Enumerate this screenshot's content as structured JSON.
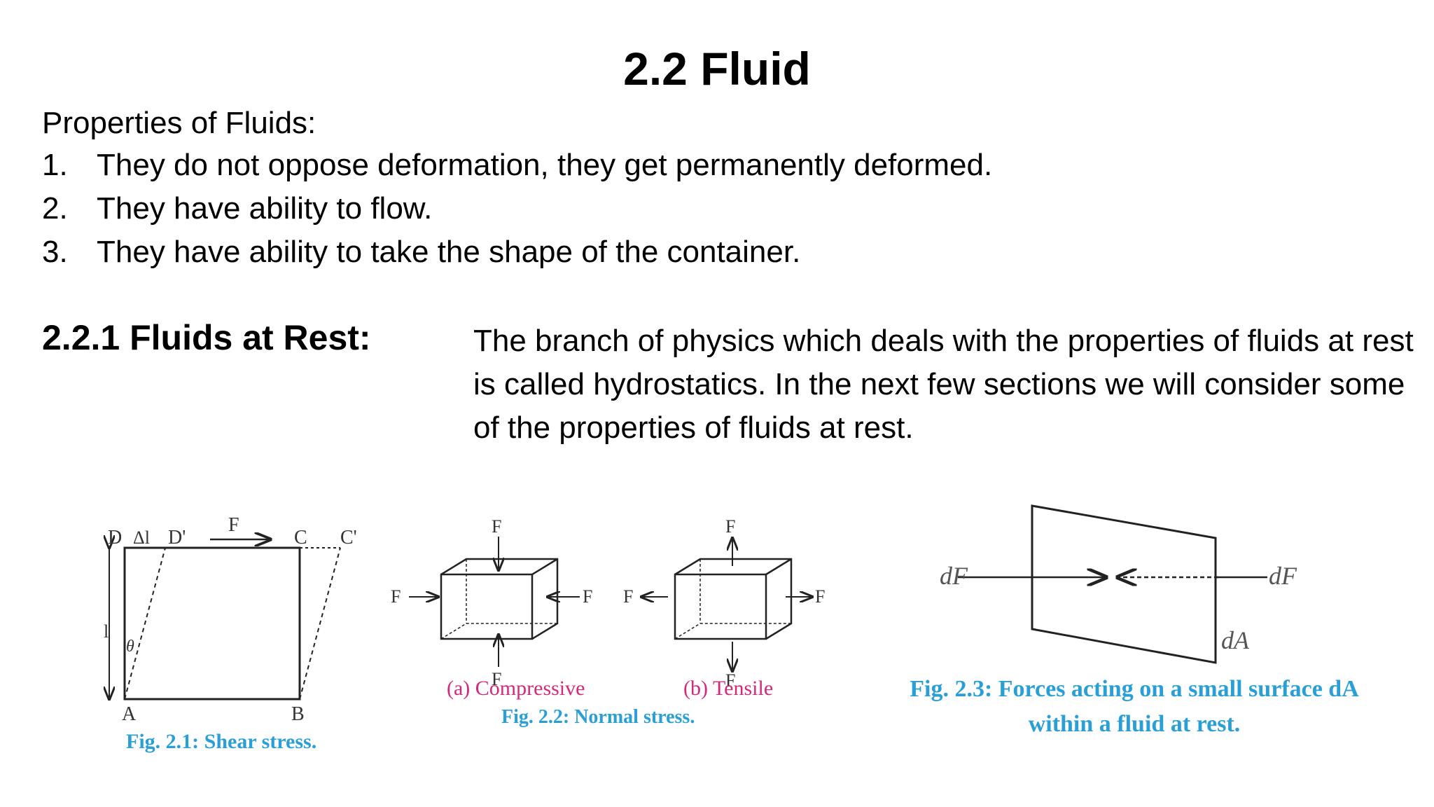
{
  "title": "2.2 Fluid",
  "properties": {
    "heading": "Properties of Fluids:",
    "items": [
      {
        "num": "1.",
        "text": "They do not oppose deformation, they get permanently deformed."
      },
      {
        "num": "2.",
        "text": "They have ability to flow."
      },
      {
        "num": "3.",
        "text": "They have ability to take the shape of the container."
      }
    ]
  },
  "rest_section": {
    "heading": "2.2.1 Fluids at Rest:",
    "paragraph": "The branch of physics which deals with the properties of fluids at rest is called hydrostatics. In the next few sections we will consider some of the properties of fluids at rest."
  },
  "fig1": {
    "label_d": "D",
    "label_delta": "Δl",
    "label_dprime": "D'",
    "label_f": "F",
    "label_c": "C",
    "label_cprime": "C'",
    "label_l": "l",
    "label_theta": "θ",
    "label_a": "A",
    "label_b": "B",
    "caption": "Fig. 2.1: Shear stress."
  },
  "fig2": {
    "force_label": "F",
    "sub_a": "(a) Compressive",
    "sub_b": "(b) Tensile",
    "caption": "Fig. 2.2: Normal stress."
  },
  "fig3": {
    "label_df_left": "dF",
    "label_df_right": "dF",
    "label_da": "dA",
    "caption_line1": "Fig. 2.3: Forces acting on a small surface dA",
    "caption_line2": "within a fluid at rest."
  },
  "colors": {
    "caption_blue": "#2a9fd6",
    "subcaption_pink": "#d6287a"
  }
}
